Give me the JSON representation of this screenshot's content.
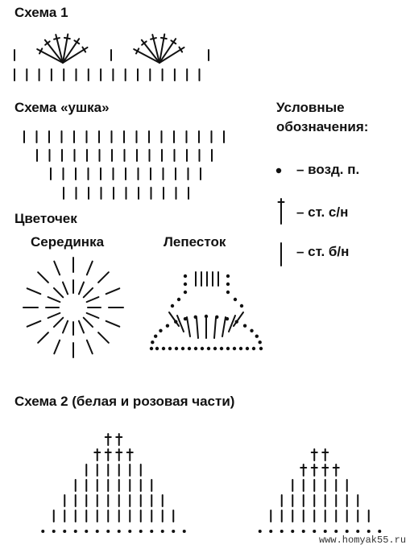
{
  "titles": {
    "scheme1": "Схема 1",
    "ears": "Схема «ушка»",
    "flower": "Цветочек",
    "center": "Серединка",
    "petal": "Лепесток",
    "scheme2": "Схема 2 (белая и розовая части)"
  },
  "legend": {
    "title_line1": "Условные",
    "title_line2": "обозначения:",
    "items": [
      {
        "icon": "dot-icon",
        "label": "– возд. п."
      },
      {
        "icon": "dagger-icon",
        "label": "– ст. с/н"
      },
      {
        "icon": "bar-icon",
        "label": "– ст. б/н"
      }
    ]
  },
  "watermark": "www.homyak55.ru"
}
